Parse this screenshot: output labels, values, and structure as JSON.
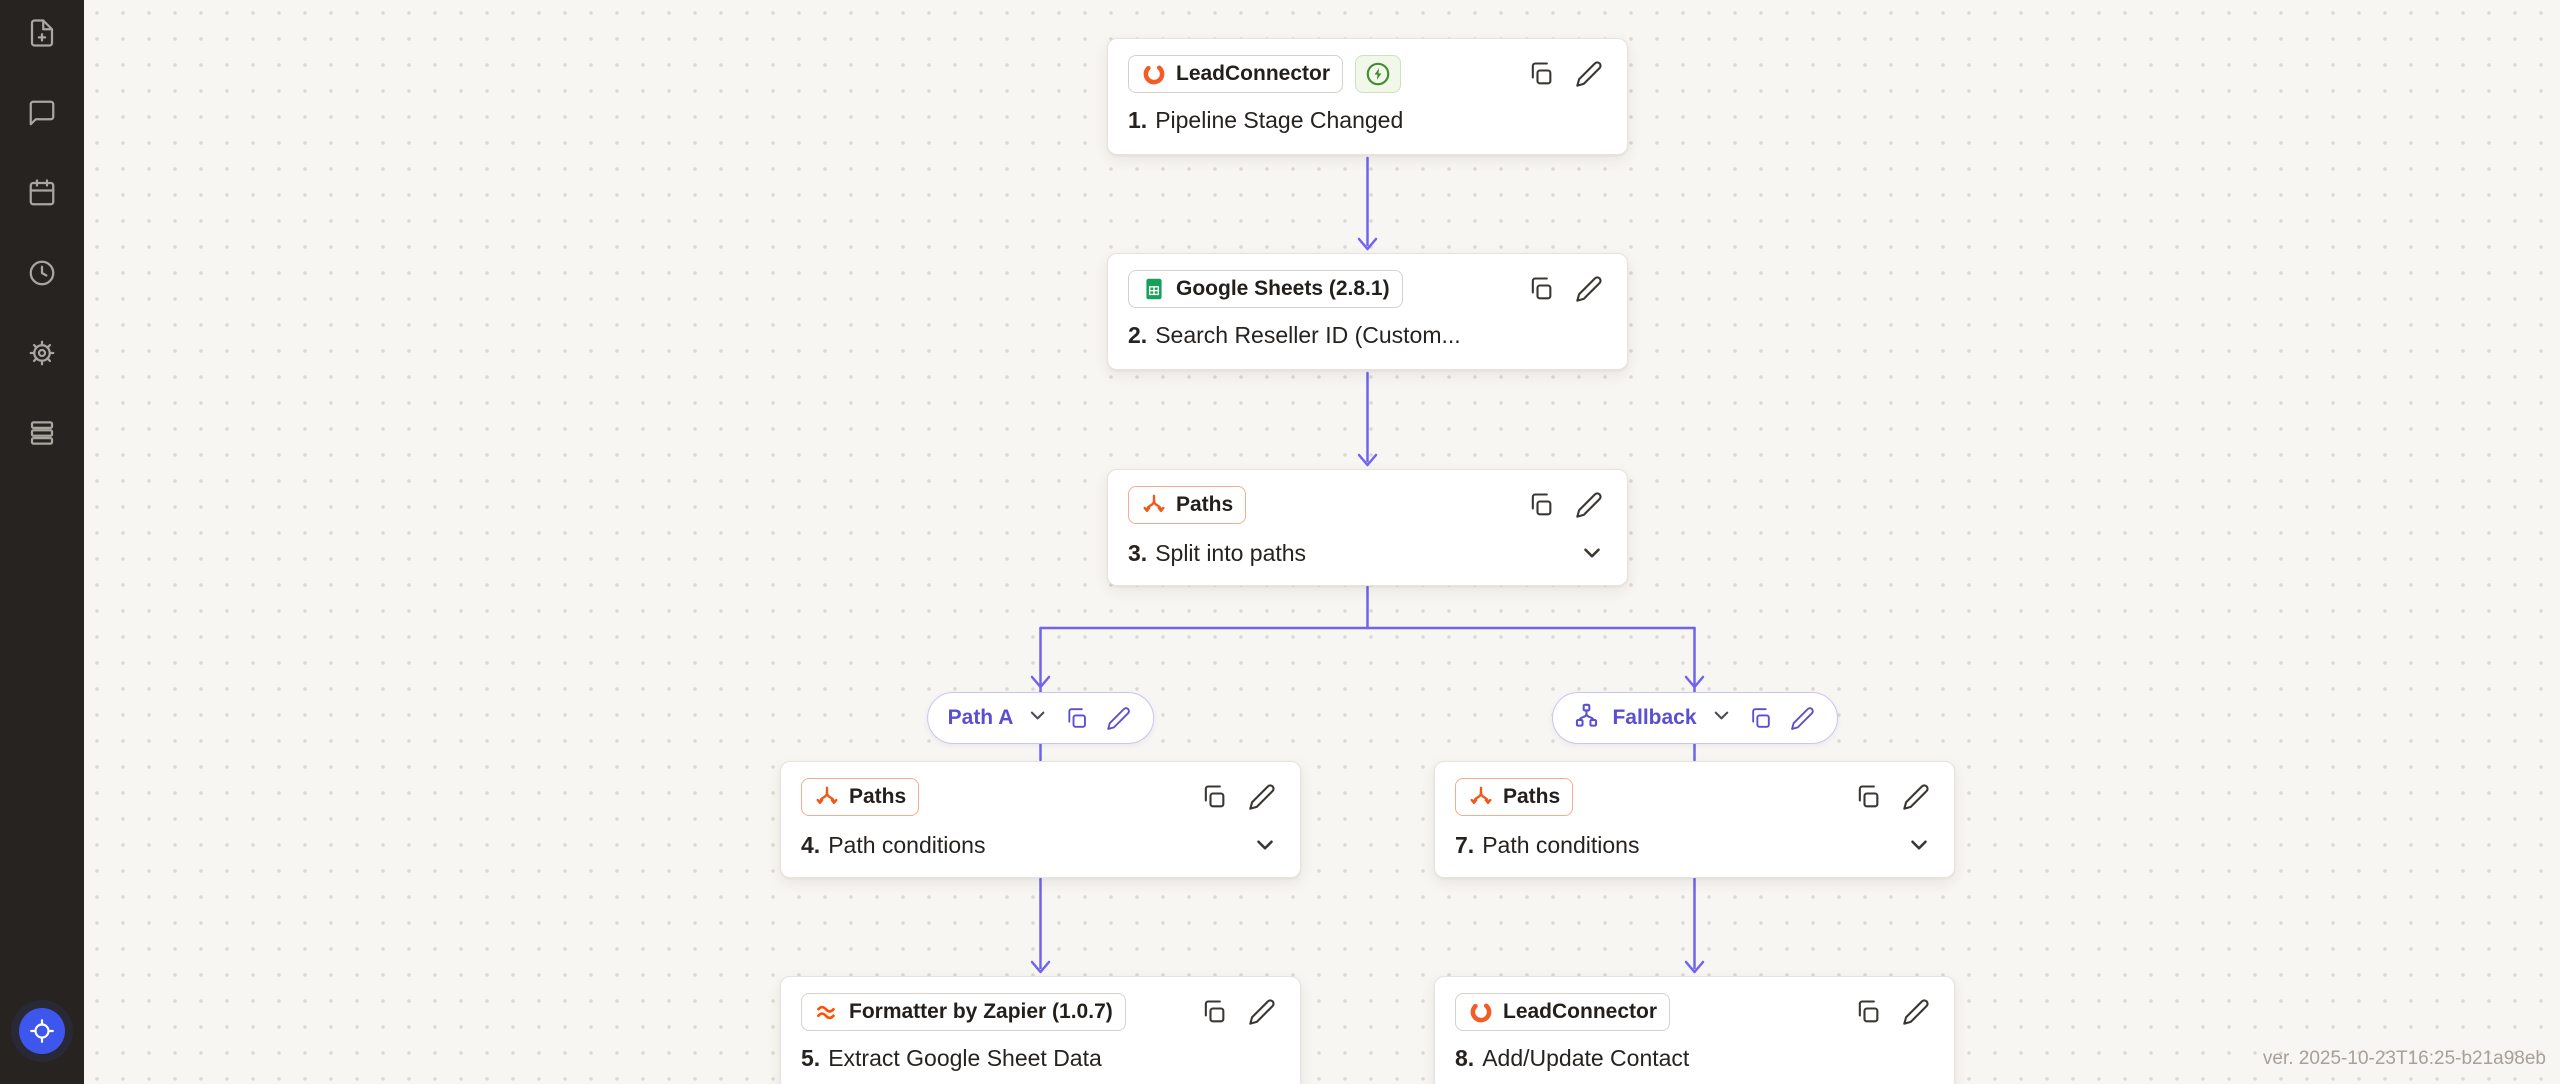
{
  "sidebar": {
    "icons": [
      "file-plus",
      "chat",
      "calendar",
      "history",
      "settings",
      "stack"
    ],
    "recenter": "recenter-canvas"
  },
  "nodes": [
    {
      "num": "1.",
      "title": "Pipeline Stage Changed",
      "app": "LeadConnector",
      "type": "trigger"
    },
    {
      "num": "2.",
      "title": "Search Reseller ID (Custom...",
      "app": "Google Sheets (2.8.1)",
      "type": "action"
    },
    {
      "num": "3.",
      "title": "Split into paths",
      "app": "Paths",
      "type": "paths"
    },
    {
      "num": "4.",
      "title": "Path conditions",
      "app": "Paths",
      "type": "paths"
    },
    {
      "num": "5.",
      "title": "Extract Google Sheet Data",
      "app": "Formatter by Zapier (1.0.7)",
      "type": "action"
    },
    {
      "num": "7.",
      "title": "Path conditions",
      "app": "Paths",
      "type": "paths"
    },
    {
      "num": "8.",
      "title": "Add/Update Contact",
      "app": "LeadConnector",
      "type": "action"
    }
  ],
  "path_labels": [
    {
      "label": "Path A"
    },
    {
      "label": "Fallback"
    }
  ],
  "footer": {
    "version": "ver. 2025-10-23T16:25-b21a98eb"
  },
  "colors": {
    "connector": "#6F63F0",
    "paths_orange": "#EE5A1E",
    "sheets_green": "#16A05A",
    "trigger_green": "#3F8F2F",
    "formatter_orange": "#FF4F00",
    "leadconnector_orange": "#F25C26",
    "pill_purple": "#5A4FD0",
    "sidebar_bg": "#272321",
    "recenter_blue": "#3D56EE",
    "canvas_bg": "#F8F6F2"
  }
}
